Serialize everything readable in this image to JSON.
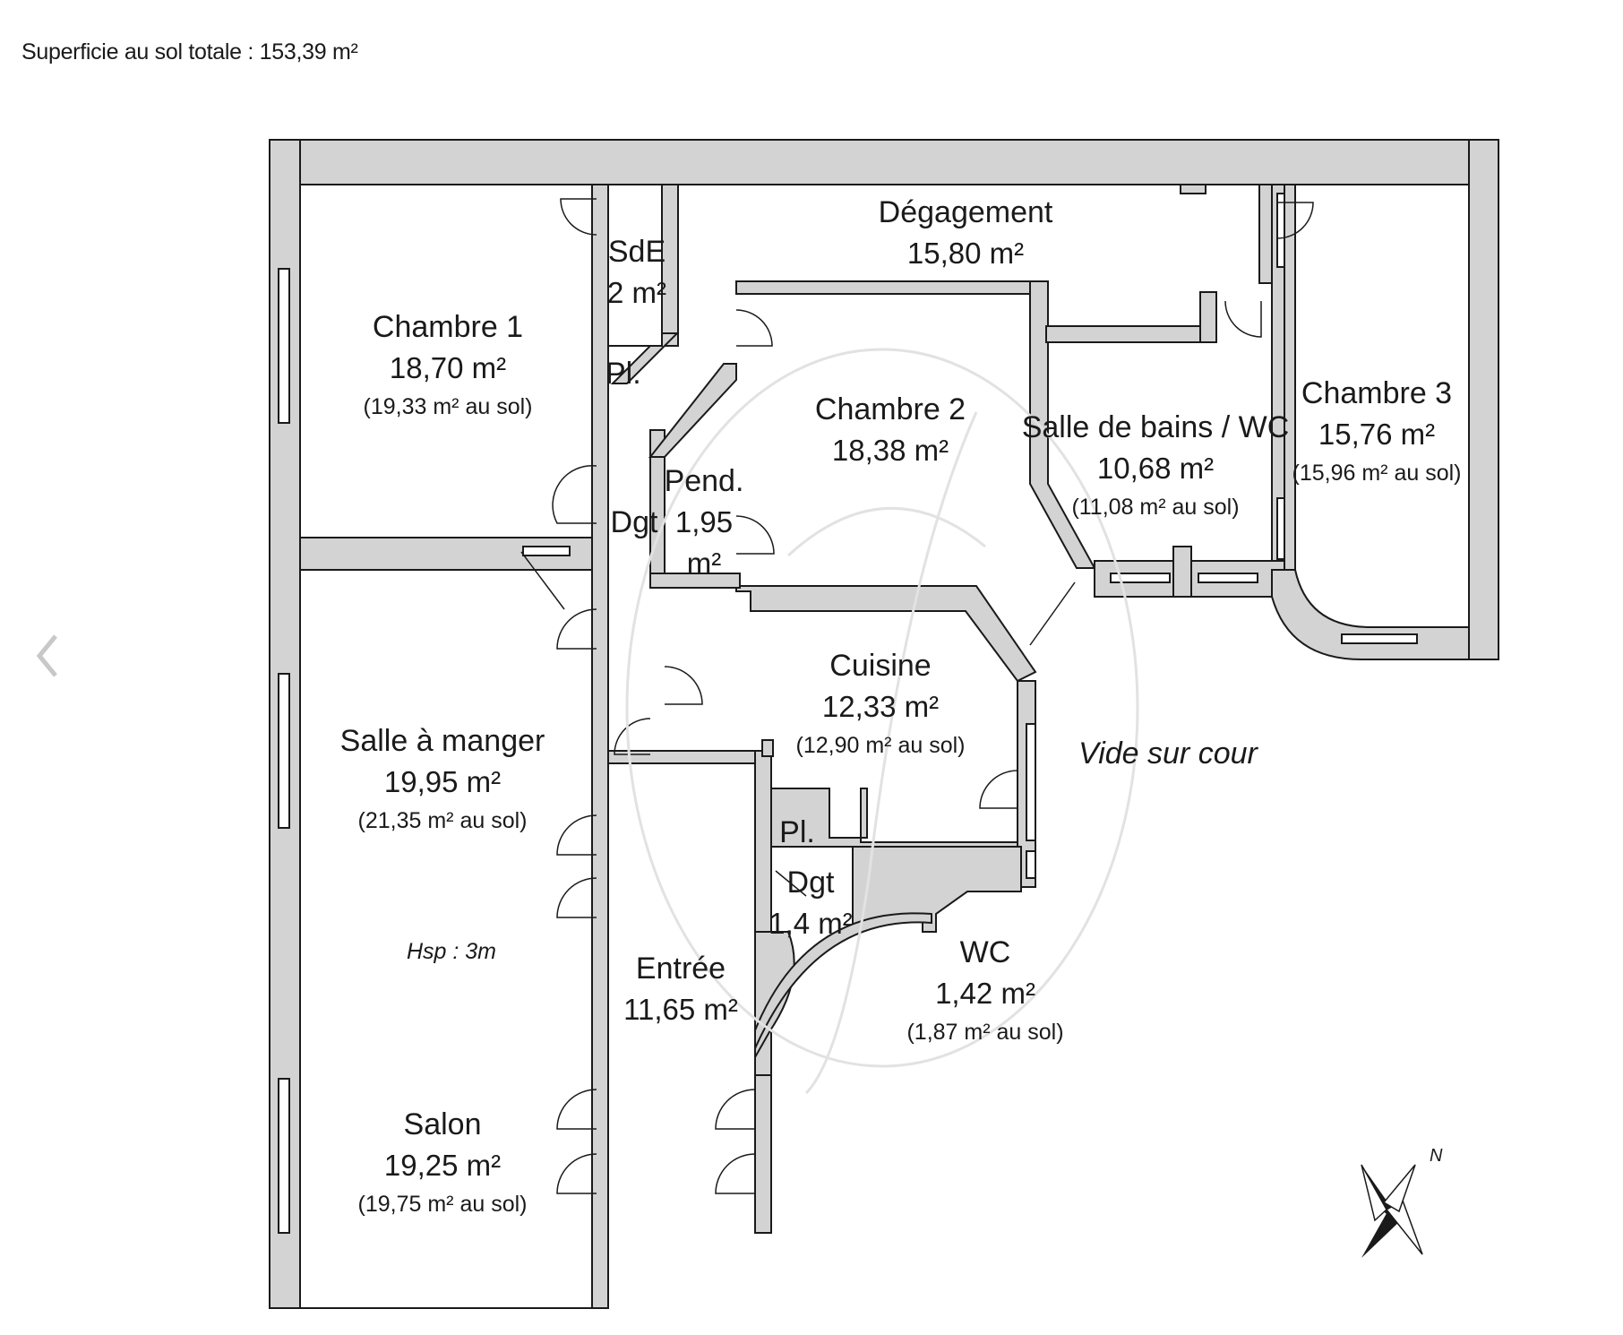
{
  "header": {
    "total_area": "Superficie au sol totale : 153,39 m²"
  },
  "nav": {
    "prev_icon": "chevron-left-icon"
  },
  "rooms": {
    "chambre1": {
      "name": "Chambre 1",
      "area": "18,70 m²",
      "floor": "(19,33 m² au sol)"
    },
    "sde": {
      "name": "SdE",
      "area": "2 m²"
    },
    "pl_top": {
      "name": "Pl."
    },
    "degagement": {
      "name": "Dégagement",
      "area": "15,80 m²"
    },
    "chambre2": {
      "name": "Chambre 2",
      "area": "18,38 m²"
    },
    "bains": {
      "name": "Salle de bains / WC",
      "area": "10,68 m²",
      "floor": "(11,08 m² au sol)"
    },
    "chambre3": {
      "name": "Chambre 3",
      "area": "15,76 m²",
      "floor": "(15,96 m² au sol)"
    },
    "pend": {
      "name": "Pend.",
      "area_line1": "1,95",
      "area_line2": "m²"
    },
    "dgt_left": {
      "name": "Dgt"
    },
    "cuisine": {
      "name": "Cuisine",
      "area": "12,33 m²",
      "floor": "(12,90 m² au sol)"
    },
    "salle_manger": {
      "name": "Salle à manger",
      "area": "19,95 m²",
      "floor": "(21,35 m² au sol)"
    },
    "pl_bottom": {
      "name": "Pl."
    },
    "dgt_small": {
      "name": "Dgt",
      "area": "1,4 m²"
    },
    "wc": {
      "name": "WC",
      "area": "1,42 m²",
      "floor": "(1,87 m² au sol)"
    },
    "entree": {
      "name": "Entrée",
      "area": "11,65 m²"
    },
    "salon": {
      "name": "Salon",
      "area": "19,25 m²",
      "floor": "(19,75 m² au sol)"
    }
  },
  "annotations": {
    "vide": "Vide sur cour",
    "hsp": "Hsp : 3m"
  },
  "compass": {
    "label": "N",
    "icon": "compass-rose-icon"
  },
  "watermark": {
    "icon": "watermark-logo-icon"
  },
  "colors": {
    "wall": "#d3d3d3",
    "stroke": "#1a1a1a",
    "background": "#ffffff"
  }
}
